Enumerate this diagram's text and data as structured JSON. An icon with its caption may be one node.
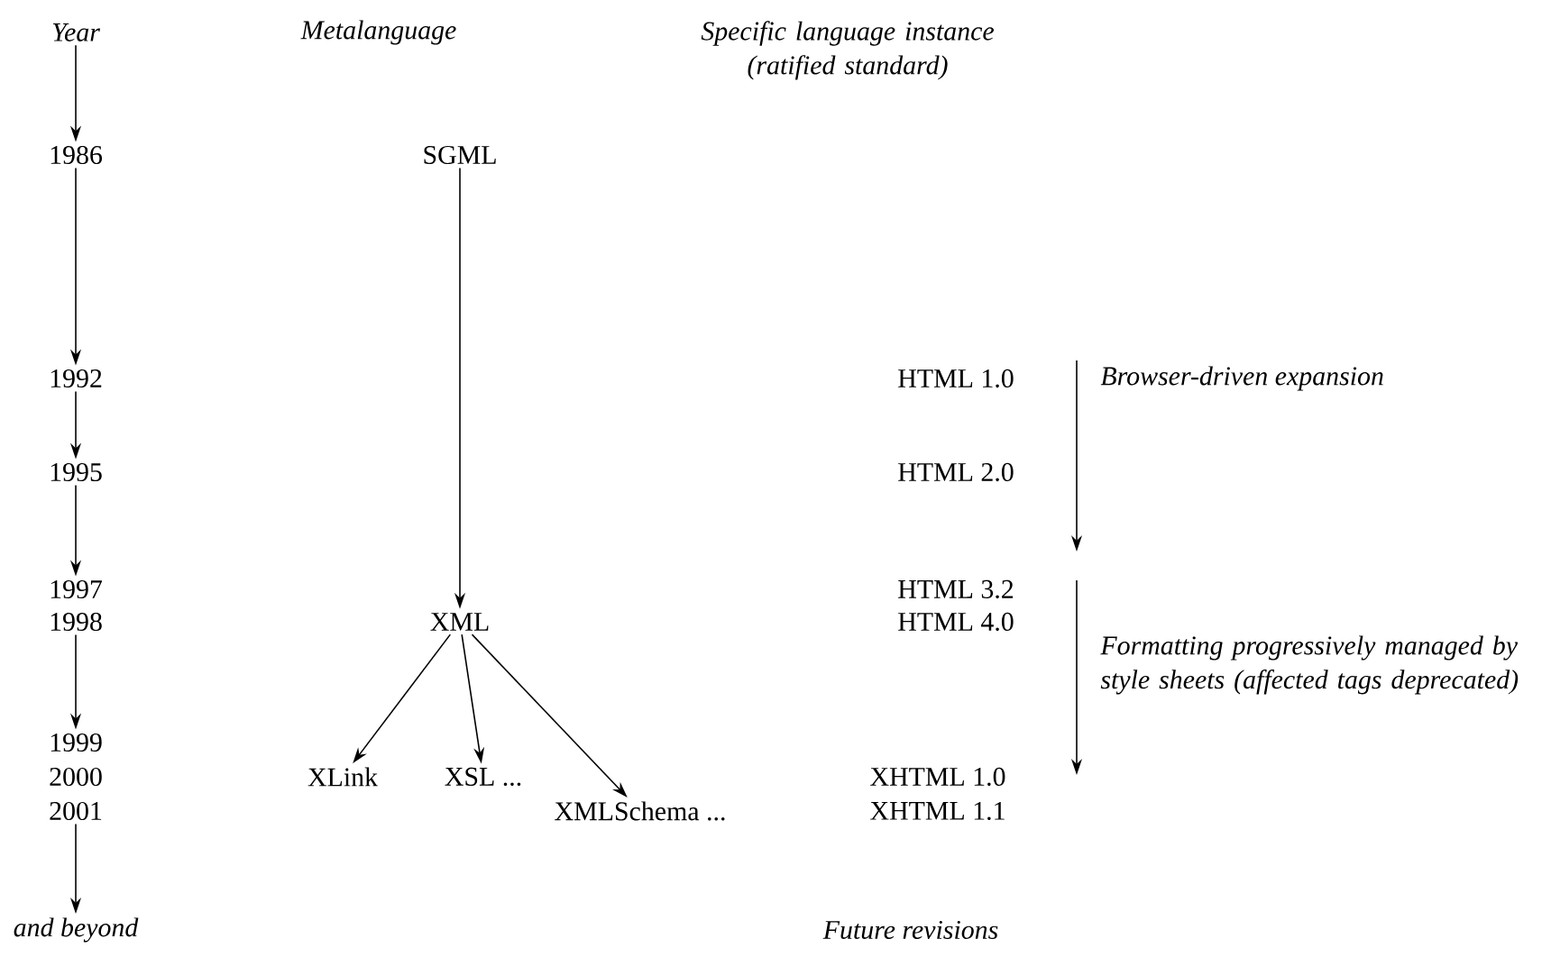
{
  "diagram": {
    "nodes": [
      {
        "text": [
          "Year"
        ]
      },
      {
        "text": [
          "1986"
        ]
      },
      {
        "text": [
          "1992"
        ]
      },
      {
        "text": [
          "1995"
        ]
      },
      {
        "text": [
          "1997"
        ]
      },
      {
        "text": [
          "1998"
        ]
      },
      {
        "text": [
          "1999"
        ]
      },
      {
        "text": [
          "2000"
        ]
      },
      {
        "text": [
          "2001"
        ]
      },
      {
        "text": [
          "and beyond"
        ]
      },
      {
        "text": [
          "SGML"
        ]
      },
      {
        "text": [
          "XML"
        ]
      },
      {
        "text": [
          "XLink"
        ]
      },
      {
        "text": [
          "XSL ..."
        ]
      },
      {
        "text": [
          "XMLSchema ..."
        ]
      },
      {
        "text": [
          "HTML 1.0"
        ]
      },
      {
        "text": [
          "HTML 2.0"
        ]
      },
      {
        "text": [
          "HTML 3.2"
        ]
      },
      {
        "text": [
          "HTML 4.0"
        ]
      },
      {
        "text": [
          "XHTML 1.0"
        ]
      },
      {
        "text": [
          "XHTML 1.1"
        ]
      }
    ],
    "edges": [
      {
        "from": 0,
        "to": 1,
        "arrow": "to"
      },
      {
        "from": 1,
        "to": 2,
        "arrow": "to"
      },
      {
        "from": 2,
        "to": 3,
        "arrow": "to"
      },
      {
        "from": 3,
        "to": 4,
        "arrow": "to"
      },
      {
        "from": 5,
        "to": 6,
        "arrow": "to"
      },
      {
        "from": 8,
        "to": 9,
        "arrow": "to"
      },
      {
        "from": 10,
        "to": 11,
        "arrow": "to"
      },
      {
        "from": 11,
        "to": 12,
        "arrow": "to"
      },
      {
        "from": 11,
        "to": 13,
        "arrow": "to"
      },
      {
        "from": 11,
        "to": 14,
        "arrow": "to"
      }
    ],
    "labels": [
      "Metalanguage",
      "Specific language instance (ratified standard)",
      "Browser-driven expansion",
      "Formatting progressively managed by style sheets (affected tags deprecated)",
      "Future revisions"
    ]
  }
}
